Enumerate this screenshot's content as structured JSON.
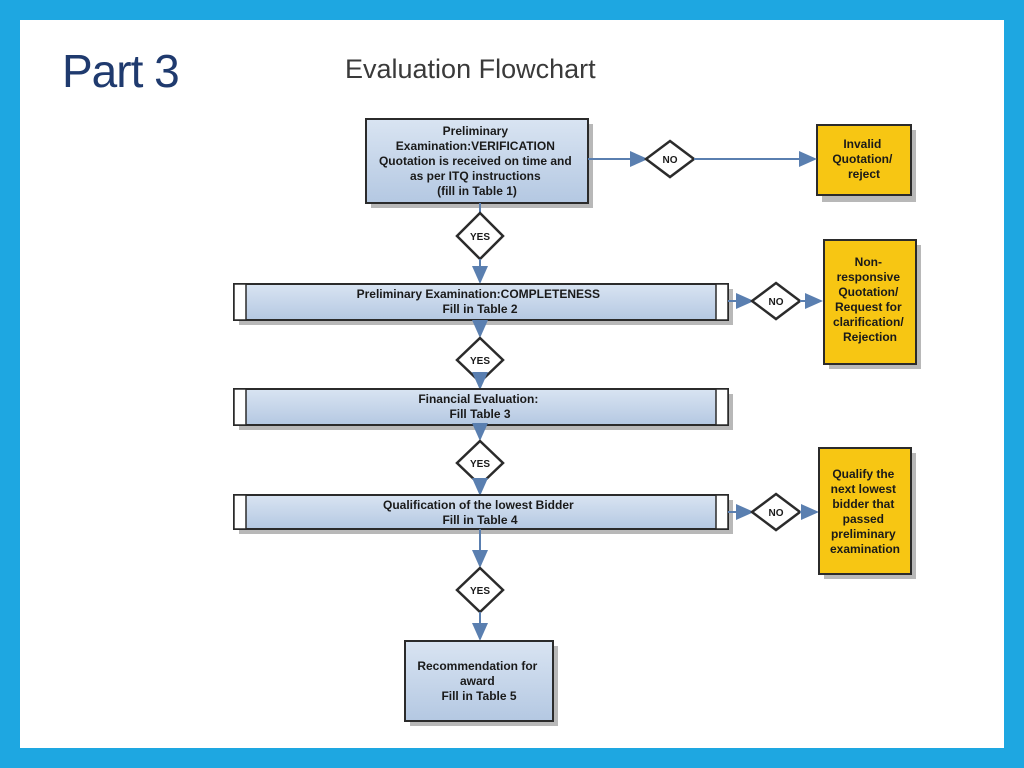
{
  "slide": {
    "part_title": "Part 3",
    "chart_title": "Evaluation Flowchart"
  },
  "flow": {
    "steps": [
      {
        "id": "verification",
        "lines": [
          "Preliminary",
          "Examination:VERIFICATION",
          "Quotation is received on time and",
          "as per ITQ instructions",
          "(fill in Table 1)"
        ]
      },
      {
        "id": "completeness",
        "lines": [
          "Preliminary Examination:COMPLETENESS",
          "Fill in Table 2"
        ]
      },
      {
        "id": "financial",
        "lines": [
          "Financial Evaluation:",
          "Fill Table 3"
        ]
      },
      {
        "id": "qualification",
        "lines": [
          "Qualification of the lowest Bidder",
          "Fill in Table 4"
        ]
      },
      {
        "id": "recommendation",
        "lines": [
          "Recommendation for",
          "award",
          "Fill in Table 5"
        ]
      }
    ],
    "outcomes": [
      {
        "id": "invalid",
        "lines": [
          "Invalid",
          "Quotation/",
          "reject"
        ]
      },
      {
        "id": "nonresponsive",
        "lines": [
          "Non-",
          "responsive",
          "Quotation/",
          "Request for",
          "clarification/",
          "Rejection"
        ]
      },
      {
        "id": "qualify-next",
        "lines": [
          "Qualify the",
          "next lowest",
          "bidder that",
          "passed",
          "preliminary",
          "examination"
        ]
      }
    ],
    "decisions": {
      "yes": "YES",
      "no": "NO"
    }
  },
  "colors": {
    "frame": "#1ea7e1",
    "process_fill": "#c9d7ea",
    "outcome_fill": "#f7c613",
    "arrow": "#5a7fb0",
    "title": "#1f3a6e"
  }
}
